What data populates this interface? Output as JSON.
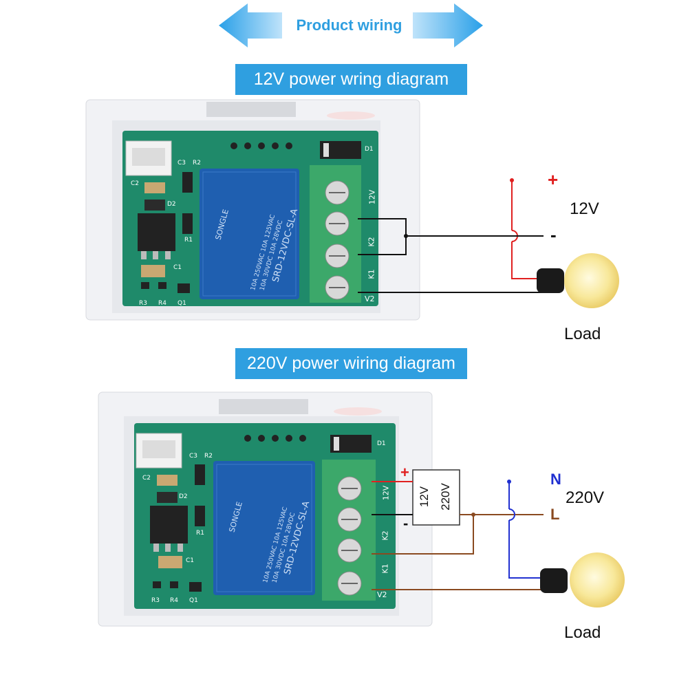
{
  "header": {
    "title": "Product wiring"
  },
  "section_12v": {
    "title": "12V power wring diagram",
    "voltage_label": "12V",
    "plus_sign": "+",
    "minus_sign": "-",
    "load_label": "Load"
  },
  "section_220v": {
    "title": "220V power wiring diagram",
    "voltage_label": "220V",
    "n_label": "N",
    "l_label": "L",
    "plus_sign": "+",
    "minus_sign": "-",
    "adapter_left": "12V",
    "adapter_right": "220V",
    "load_label": "Load"
  },
  "relay": {
    "brand": "SONGLE",
    "model": "SRD-12VDC-SL-A",
    "rating1": "10A 250VAC 10A 125VAC",
    "rating2": "10A 30VDC 10A 28VDC"
  },
  "terminal_labels": [
    "12V",
    "K2",
    "K1",
    "V2"
  ],
  "pcb_labels": [
    "C3",
    "R2",
    "D1",
    "C2",
    "D2",
    "R1",
    "C1",
    "R3",
    "R4",
    "Q1"
  ],
  "colors": {
    "banner": "#2f9fe0",
    "pcb": "#1f8a6a",
    "terminal": "#3ca86a",
    "relay": "#1f5fb0",
    "wire_red": "#e02020",
    "wire_black": "#111111",
    "wire_blue": "#2030d0",
    "wire_brown": "#8a4a20"
  }
}
